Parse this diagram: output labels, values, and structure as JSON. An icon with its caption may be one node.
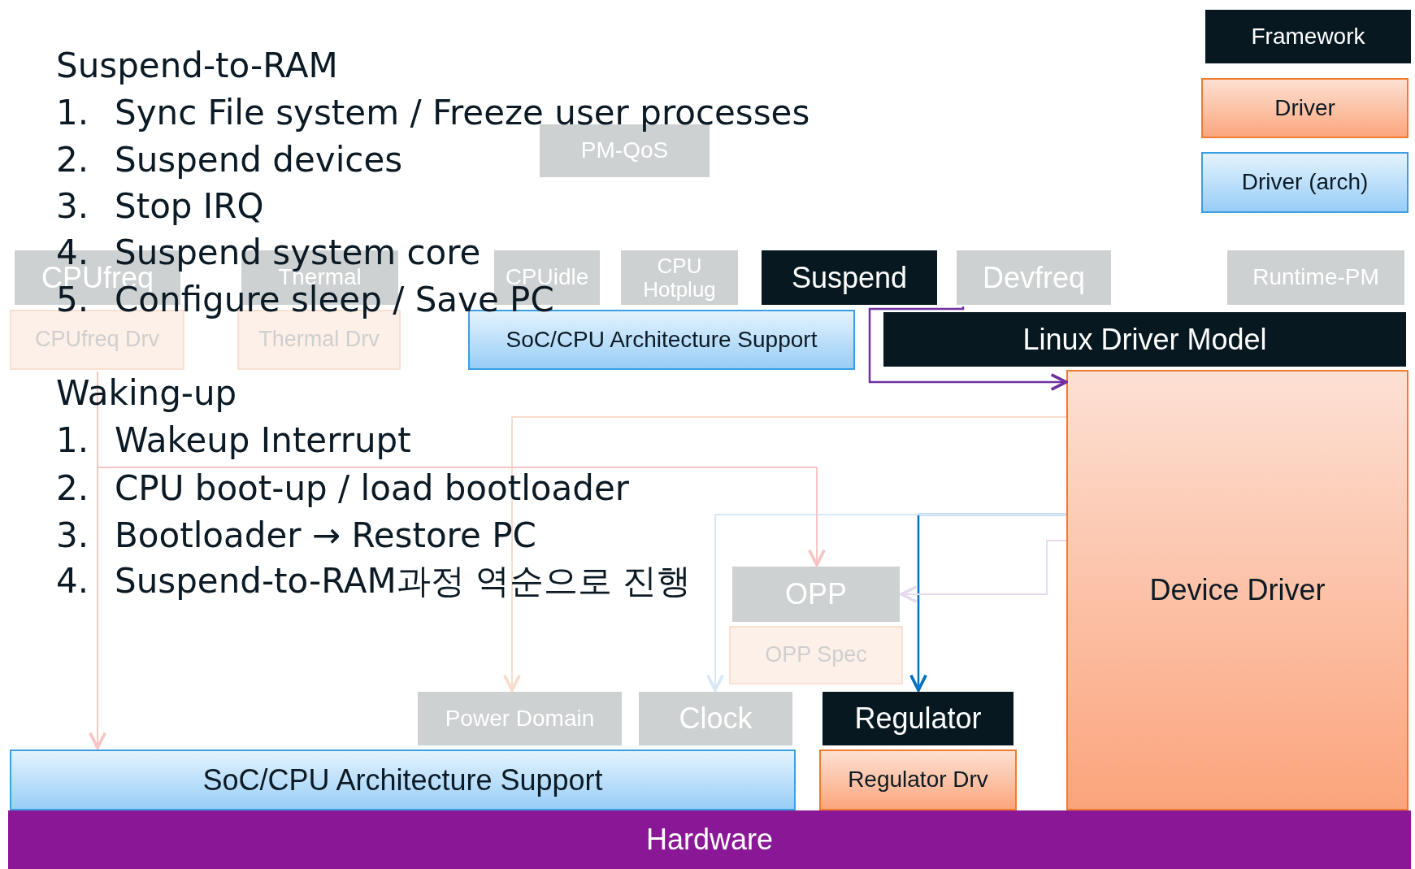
{
  "diagram": {
    "nodes": [
      {
        "text": [
          "Framework"
        ]
      },
      {
        "text": [
          "Driver"
        ]
      },
      {
        "text": [
          "Driver (arch)"
        ]
      },
      {
        "text": [
          "PM-QoS"
        ]
      },
      {
        "text": [
          "CPUfreq"
        ]
      },
      {
        "text": [
          "Thermal"
        ]
      },
      {
        "text": [
          "CPUidle"
        ]
      },
      {
        "text": [
          "CPU Hotplug"
        ]
      },
      {
        "text": [
          "Suspend"
        ]
      },
      {
        "text": [
          "Devfreq"
        ]
      },
      {
        "text": [
          "Runtime-PM"
        ]
      },
      {
        "text": [
          "CPUfreq Drv"
        ]
      },
      {
        "text": [
          "Thermal Drv"
        ]
      },
      {
        "text": [
          "SoC/CPU Architecture Support"
        ]
      },
      {
        "text": [
          "Linux Driver Model"
        ]
      },
      {
        "text": [
          "Device Driver"
        ]
      },
      {
        "text": [
          "OPP"
        ]
      },
      {
        "text": [
          "OPP Spec"
        ]
      },
      {
        "text": [
          "Power Domain"
        ]
      },
      {
        "text": [
          "Clock"
        ]
      },
      {
        "text": [
          "Regulator"
        ]
      },
      {
        "text": [
          "SoC/CPU Architecture Support"
        ]
      },
      {
        "text": [
          "Regulator Drv"
        ]
      },
      {
        "text": [
          "Hardware"
        ]
      }
    ],
    "edges": [
      {
        "from": 9,
        "to": 15,
        "arrow": "to",
        "color": "#7030a0"
      },
      {
        "from": 15,
        "to": 20,
        "arrow": "to",
        "color": "#0070c0"
      },
      {
        "from": 15,
        "to": 19,
        "arrow": "to",
        "color": "#d8e8f5"
      },
      {
        "from": 15,
        "to": 16,
        "arrow": "to",
        "color": "#e6daf0"
      },
      {
        "from": 15,
        "to": 18,
        "arrow": "to",
        "color": "#f9dccb"
      },
      {
        "from": 11,
        "to": 21,
        "arrow": "to",
        "color": "#f9c4c4"
      },
      {
        "from": 11,
        "to": 16,
        "arrow": "to",
        "color": "#f9c4c4"
      }
    ],
    "labels": [
      "Suspend-to-RAM",
      "1.",
      "Sync File system / Freeze user processes",
      "2.",
      "Suspend devices",
      "3.",
      "Stop IRQ",
      "4.",
      "Suspend system core",
      "5.",
      "Configure sleep / Save PC",
      "Waking-up",
      "1.",
      "Wakeup Interrupt",
      "2.",
      "CPU boot-up / load bootloader",
      "3.",
      "Bootloader → Restore PC",
      "4.",
      "Suspend-to-RAM과정 역순으로 진행"
    ]
  }
}
